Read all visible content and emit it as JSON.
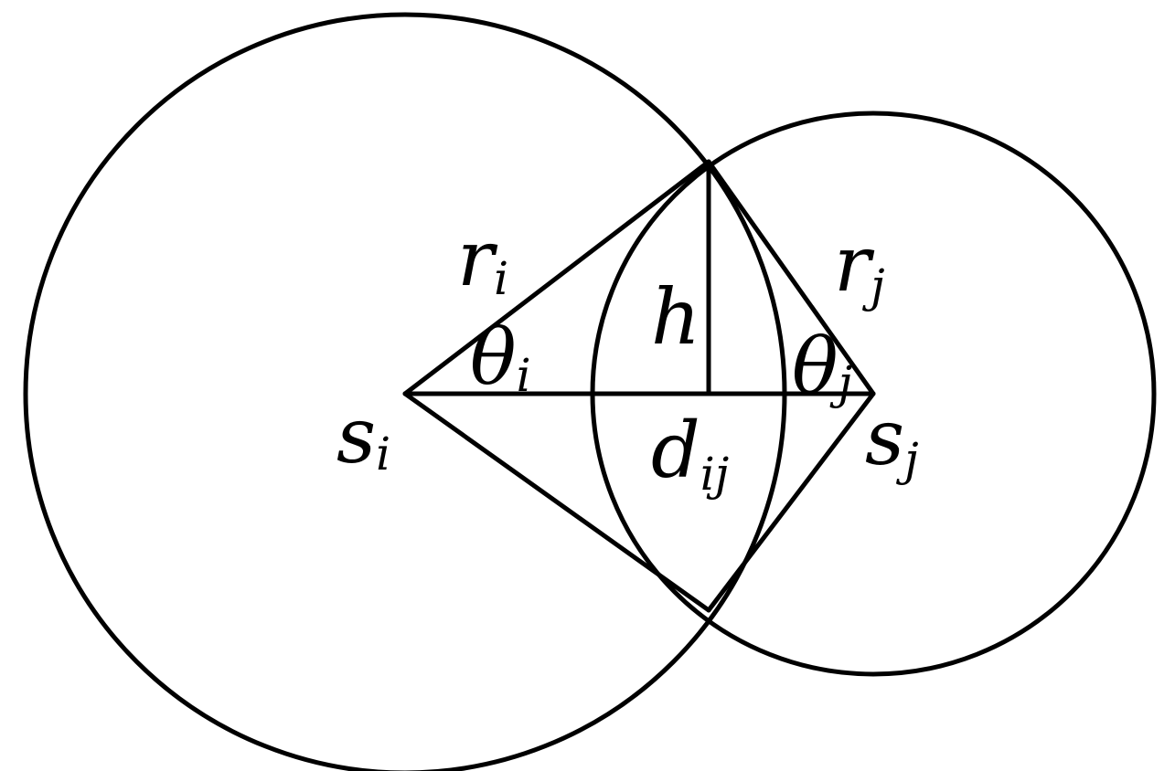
{
  "labels": {
    "r_i": {
      "main": "r",
      "sub": "i"
    },
    "r_j": {
      "main": "r",
      "sub": "j"
    },
    "h": {
      "main": "h",
      "sub": ""
    },
    "theta_i": {
      "main": "θ",
      "sub": "i"
    },
    "theta_j": {
      "main": "θ",
      "sub": "j"
    },
    "s_i": {
      "main": "s",
      "sub": "i"
    },
    "s_j": {
      "main": "s",
      "sub": "j"
    },
    "d_ij": {
      "main": "d",
      "sub": "ij"
    }
  }
}
